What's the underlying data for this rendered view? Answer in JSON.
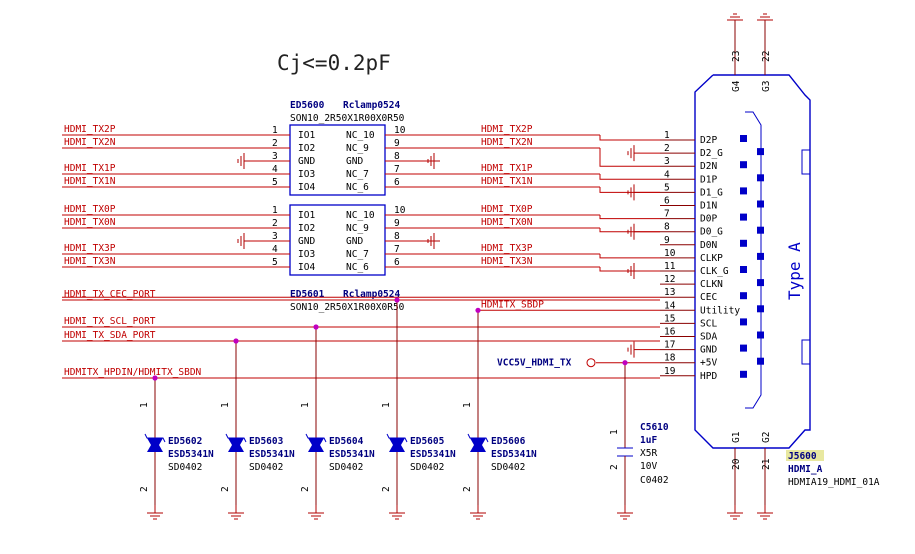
{
  "note": "Cj<=0.2pF",
  "ic_top": {
    "ref": "ED5600",
    "part": "Rclamp0524",
    "package": "SON10_2R50X1R00X0R50",
    "pins_left": [
      {
        "num": "1",
        "name": "IO1",
        "net": "HDMI_TX2P"
      },
      {
        "num": "2",
        "name": "IO2",
        "net": "HDMI_TX2N"
      },
      {
        "num": "3",
        "name": "GND",
        "net": ""
      },
      {
        "num": "4",
        "name": "IO3",
        "net": "HDMI_TX1P"
      },
      {
        "num": "5",
        "name": "IO4",
        "net": "HDMI_TX1N"
      }
    ],
    "pins_right": [
      {
        "num": "10",
        "name": "NC_10",
        "net": "HDMI_TX2P"
      },
      {
        "num": "9",
        "name": "NC_9",
        "net": "HDMI_TX2N"
      },
      {
        "num": "8",
        "name": "GND",
        "net": ""
      },
      {
        "num": "7",
        "name": "NC_7",
        "net": "HDMI_TX1P"
      },
      {
        "num": "6",
        "name": "NC_6",
        "net": "HDMI_TX1N"
      }
    ]
  },
  "ic_bottom": {
    "ref": "ED5601",
    "part": "Rclamp0524",
    "package": "SON10_2R50X1R00X0R50",
    "pins_left": [
      {
        "num": "1",
        "name": "IO1",
        "net": "HDMI_TX0P"
      },
      {
        "num": "2",
        "name": "IO2",
        "net": "HDMI_TX0N"
      },
      {
        "num": "3",
        "name": "GND",
        "net": ""
      },
      {
        "num": "4",
        "name": "IO3",
        "net": "HDMI_TX3P"
      },
      {
        "num": "5",
        "name": "IO4",
        "net": "HDMI_TX3N"
      }
    ],
    "pins_right": [
      {
        "num": "10",
        "name": "NC_10",
        "net": "HDMI_TX0P"
      },
      {
        "num": "9",
        "name": "NC_9",
        "net": "HDMI_TX0N"
      },
      {
        "num": "8",
        "name": "GND",
        "net": ""
      },
      {
        "num": "7",
        "name": "NC_7",
        "net": "HDMI_TX3P"
      },
      {
        "num": "6",
        "name": "NC_6",
        "net": "HDMI_TX3N"
      }
    ]
  },
  "left_nets": [
    "HDMI_TX_CEC_PORT",
    "HDMI_TX_SCL_PORT",
    "HDMI_TX_SDA_PORT",
    "HDMITX_HPDIN/HDMITX_SBDN"
  ],
  "right_net_cec": "HDMITX_SBDP",
  "power_net": "VCC5V_HDMI_TX",
  "connector": {
    "ref": "J5600",
    "part": "HDMI_A",
    "footprint": "HDMIA19_HDMI_01A",
    "title": "Type A",
    "top_pins": [
      {
        "num": "23",
        "name": "G4"
      },
      {
        "num": "22",
        "name": "G3"
      }
    ],
    "bottom_pins": [
      {
        "num": "20",
        "name": "G1"
      },
      {
        "num": "21",
        "name": "G2"
      }
    ],
    "pins": [
      {
        "num": "1",
        "name": "D2P",
        "net": "HDMI_TX2P"
      },
      {
        "num": "2",
        "name": "D2_G",
        "net": ""
      },
      {
        "num": "3",
        "name": "D2N",
        "net": "HDMI_TX2N"
      },
      {
        "num": "4",
        "name": "D1P",
        "net": "HDMI_TX1P"
      },
      {
        "num": "5",
        "name": "D1_G",
        "net": "HDMI_TX1N"
      },
      {
        "num": "6",
        "name": "D1N",
        "net": ""
      },
      {
        "num": "7",
        "name": "D0P",
        "net": "HDMI_TX0P"
      },
      {
        "num": "8",
        "name": "D0_G",
        "net": "HDMI_TX0N"
      },
      {
        "num": "9",
        "name": "D0N",
        "net": ""
      },
      {
        "num": "10",
        "name": "CLKP",
        "net": "HDMI_TX3P"
      },
      {
        "num": "11",
        "name": "CLK_G",
        "net": "HDMI_TX3N"
      },
      {
        "num": "12",
        "name": "CLKN",
        "net": ""
      },
      {
        "num": "13",
        "name": "CEC",
        "net": ""
      },
      {
        "num": "14",
        "name": "Utility",
        "net": "HDMITX_SBDP"
      },
      {
        "num": "15",
        "name": "SCL",
        "net": ""
      },
      {
        "num": "16",
        "name": "SDA",
        "net": ""
      },
      {
        "num": "17",
        "name": "GND",
        "net": ""
      },
      {
        "num": "18",
        "name": "+5V",
        "net": "VCC5V_HDMI_TX"
      },
      {
        "num": "19",
        "name": "HPD",
        "net": ""
      }
    ]
  },
  "diodes": [
    {
      "ref": "ED5602",
      "part": "ESD5341N",
      "pkg": "SD0402",
      "p1": "1",
      "p2": "2"
    },
    {
      "ref": "ED5603",
      "part": "ESD5341N",
      "pkg": "SD0402",
      "p1": "1",
      "p2": "2"
    },
    {
      "ref": "ED5604",
      "part": "ESD5341N",
      "pkg": "SD0402",
      "p1": "1",
      "p2": "2"
    },
    {
      "ref": "ED5605",
      "part": "ESD5341N",
      "pkg": "SD0402",
      "p1": "1",
      "p2": "2"
    },
    {
      "ref": "ED5606",
      "part": "ESD5341N",
      "pkg": "SD0402",
      "p1": "1",
      "p2": "2"
    }
  ],
  "capacitor": {
    "ref": "C5610",
    "value": "1uF",
    "dielectric": "X5R",
    "voltage": "10V",
    "pkg": "C0402",
    "p1": "1",
    "p2": "2"
  }
}
